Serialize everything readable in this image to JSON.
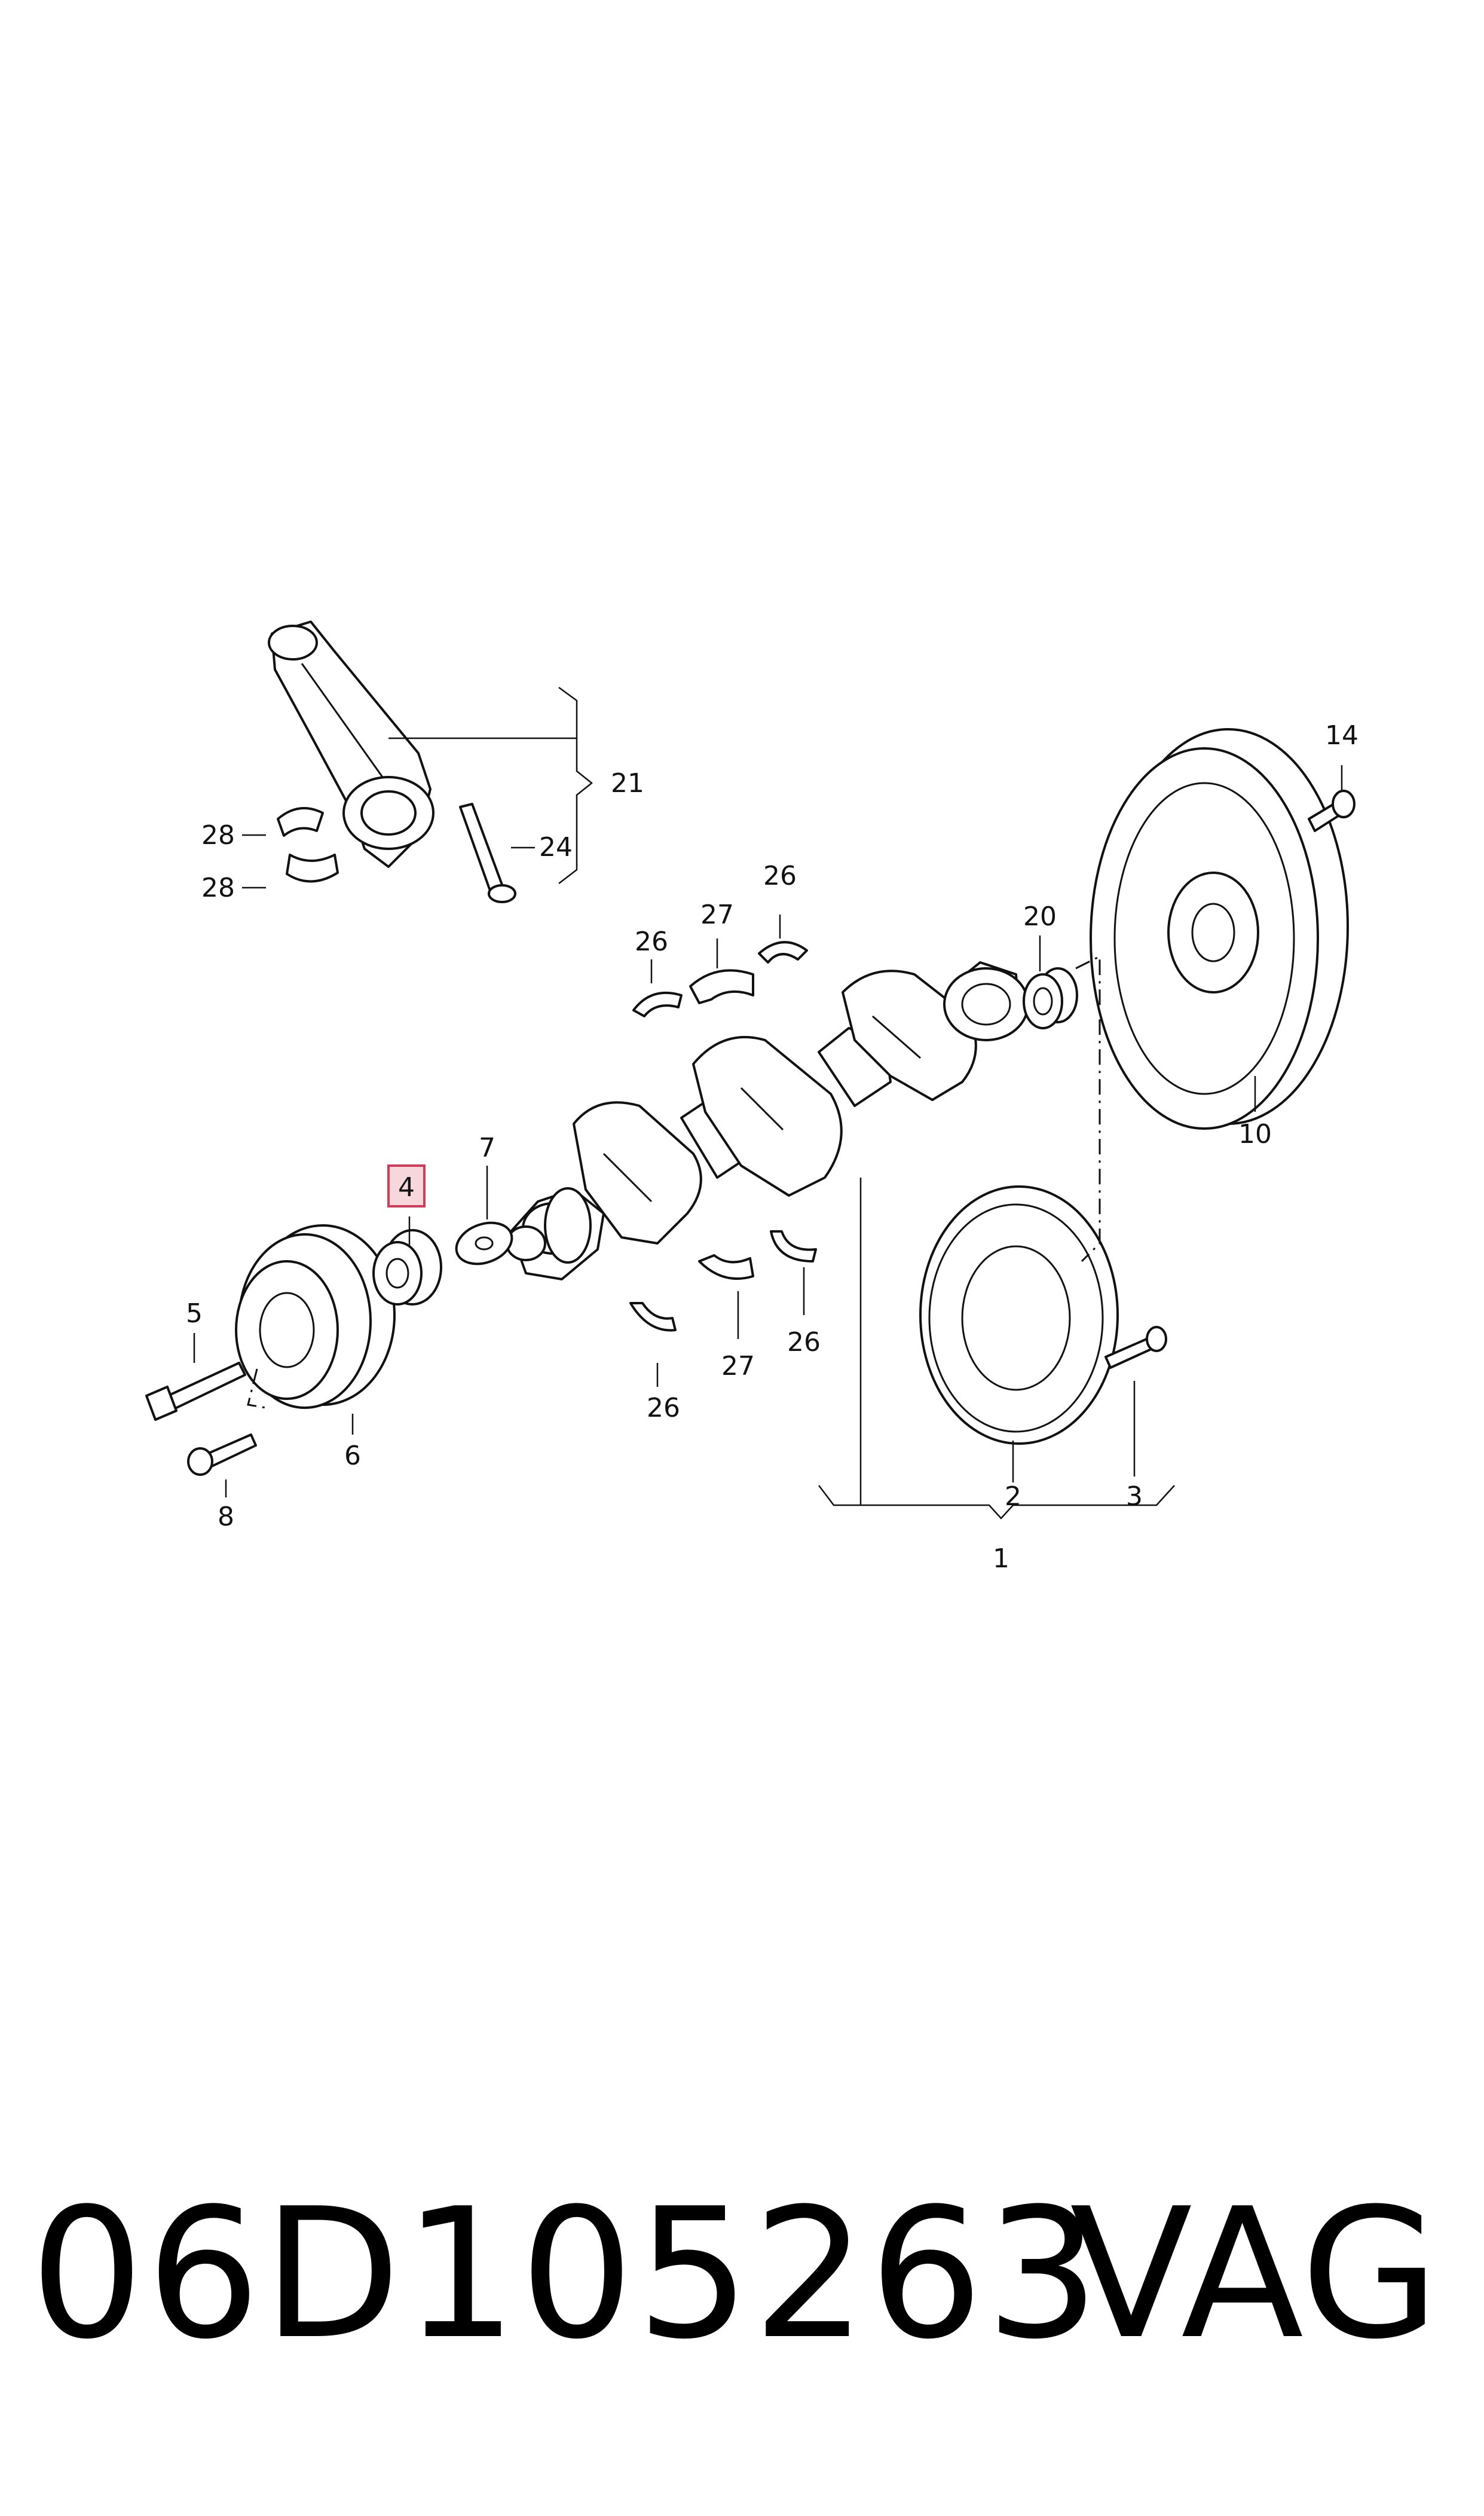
{
  "diagram": {
    "callouts": {
      "c1": "1",
      "c2": "2",
      "c3": "3",
      "c4": "4",
      "c5": "5",
      "c6": "6",
      "c7": "7",
      "c8": "8",
      "c10": "10",
      "c14": "14",
      "c20": "20",
      "c21": "21",
      "c24": "24",
      "c26a": "26",
      "c26b": "26",
      "c26c": "26",
      "c26d": "26",
      "c27a": "27",
      "c27b": "27",
      "c28a": "28",
      "c28b": "28"
    },
    "highlighted_callout": "4",
    "highlight_color": "#d23c5a"
  },
  "footer": {
    "part_number": "06D105263",
    "brand": "VAG"
  }
}
